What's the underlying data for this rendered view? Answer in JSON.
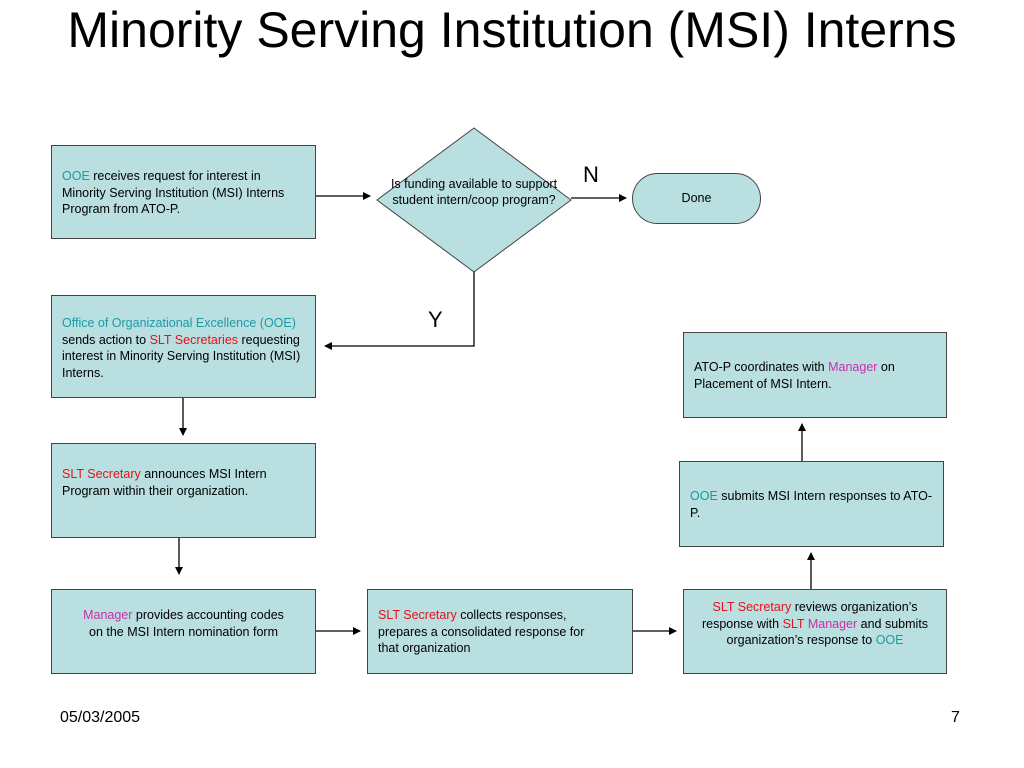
{
  "title": "Minority Serving Institution (MSI) Interns",
  "colors": {
    "box_fill": "#b9dfe1",
    "ooe": "#1b9aa5",
    "slt": "#e8101a",
    "manager": "#cc2ea5"
  },
  "boxes": {
    "receive": {
      "ooe": "OOE",
      "text": " receives request for interest in Minority Serving Institution (MSI) Interns Program from ATO-P."
    },
    "decision": {
      "text": "Is funding available to support student intern/coop program?"
    },
    "done": {
      "text": "Done"
    },
    "sends": {
      "ooe": "Office of Organizational Excellence (OOE)",
      "text1": "  sends action to ",
      "slt": "SLT Secretaries",
      "text2": " requesting interest in Minority Serving Institution (MSI) Interns."
    },
    "announce": {
      "slt": "SLT Secretary",
      "text": " announces MSI Intern Program within their organization."
    },
    "manager_codes": {
      "mgr": "Manager",
      "text": " provides accounting codes on the MSI Intern nomination form"
    },
    "collects": {
      "slt": "SLT Secretary",
      "text": " collects responses, prepares a consolidated response for that organization"
    },
    "reviews": {
      "slt": "SLT Secretary",
      "text1": " reviews organization’s response with ",
      "slt2": "SLT",
      "mgr": "Manager",
      "text2": " and submits organization’s response to ",
      "ooe": "OOE"
    },
    "submits": {
      "ooe": "OOE",
      "text": " submits MSI Intern responses to ATO-P."
    },
    "coordinates": {
      "text1": "ATO-P coordinates with ",
      "mgr": "Manager",
      "text2": " on Placement of MSI Intern."
    }
  },
  "labels": {
    "no": "N",
    "yes": "Y"
  },
  "footer": {
    "date": "05/03/2005",
    "page": "7"
  }
}
